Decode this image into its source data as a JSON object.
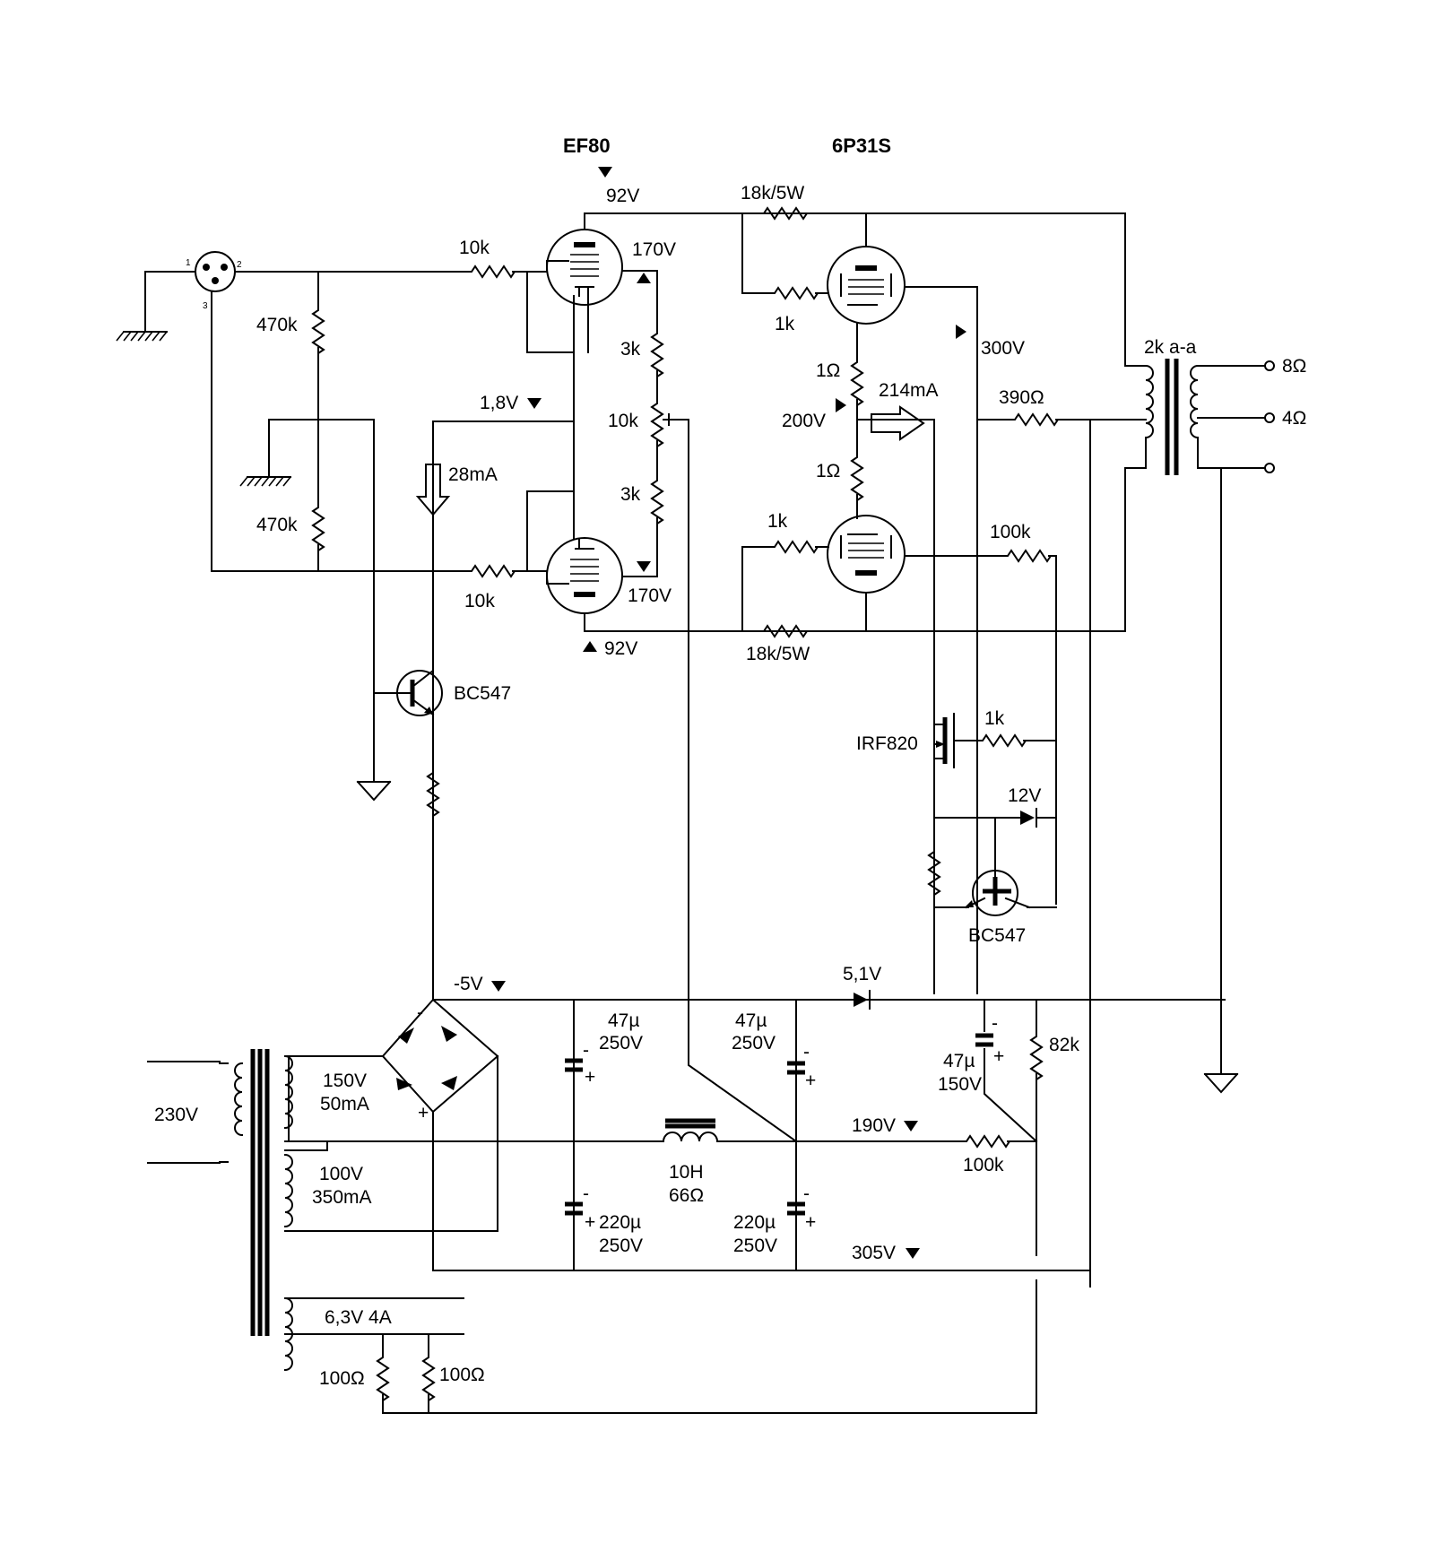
{
  "tubes": {
    "driver": "EF80",
    "output": "6P31S"
  },
  "labels": {
    "v92_top": "92V",
    "v170_top": "170V",
    "v92_bot": "92V",
    "v170_bot": "170V",
    "v18": "1,8V",
    "i28": "28mA",
    "r10k_in_top": "10k",
    "r10k_in_bot": "10k",
    "r470k_top": "470k",
    "r470k_bot": "470k",
    "r3k_top": "3k",
    "r10k_pot": "10k",
    "r3k_bot": "3k",
    "r18k_top": "18k/5W",
    "r18k_bot": "18k/5W",
    "r1k_top": "1k",
    "r1k_bot": "1k",
    "r1ohm_top": "1Ω",
    "r1ohm_bot": "1Ω",
    "v200": "200V",
    "i214": "214mA",
    "v300": "300V",
    "r390": "390Ω",
    "r100k_fb": "100k",
    "ot": "2k a-a",
    "out8": "8Ω",
    "out4": "4Ω",
    "q1": "BC547",
    "q2": "BC547",
    "mosfet": "IRF820",
    "r1k_gate": "1k",
    "zener": "12V",
    "vneg5": "-5V",
    "d51": "5,1V",
    "c1v": "47µ",
    "c1r": "250V",
    "c2v": "47µ",
    "c2r": "250V",
    "c3v": "47µ",
    "c3r": "150V",
    "r82k": "82k",
    "v190": "190V",
    "r100k_ps": "100k",
    "choke_l": "10H",
    "choke_r": "66Ω",
    "c4v": "220µ",
    "c4r": "250V",
    "c5v": "220µ",
    "c5r": "250V",
    "v305": "305V",
    "mains": "230V",
    "sec1v": "150V",
    "sec1i": "50mA",
    "sec2v": "100V",
    "sec2i": "350mA",
    "heater": "6,3V 4A",
    "r100_l": "100Ω",
    "r100_r": "100Ω",
    "xlr1": "1",
    "xlr2": "2",
    "xlr3": "3"
  }
}
